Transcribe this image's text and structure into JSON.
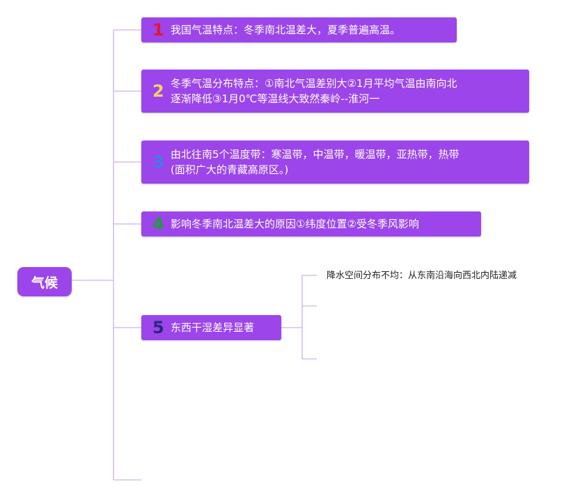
{
  "root": {
    "label": "气候"
  },
  "topics": [
    {
      "number": "1",
      "number_color": "#e0182d",
      "text": "我国气温特点：冬季南北温差大，夏季普遍高温。"
    },
    {
      "number": "2",
      "number_color": "#f3d36a",
      "text": "冬季气温分布特点：①南北气温差别大②1月平均气温由南向北\n逐渐降低③1月0℃等温线大致然秦岭--淮河一"
    },
    {
      "number": "3",
      "number_color": "#3d7ee8",
      "text": "由北往南5个温度带：寒温带，中温带，暖温带，亚热带，热带\n(面积广大的青藏高原区。)"
    },
    {
      "number": "4",
      "number_color": "#1e9e3a",
      "text": "影响冬季南北温差大的原因①纬度位置②受冬季风影响"
    },
    {
      "number": "5",
      "number_color": "#27287a",
      "text": "东西干湿差异显著"
    }
  ],
  "subtopics": [
    {
      "text": "降水空间分布不均：从东南沿海向西北内陆递减"
    }
  ],
  "colors": {
    "node": "#9b45ea",
    "connector": "#cdb4dd"
  }
}
